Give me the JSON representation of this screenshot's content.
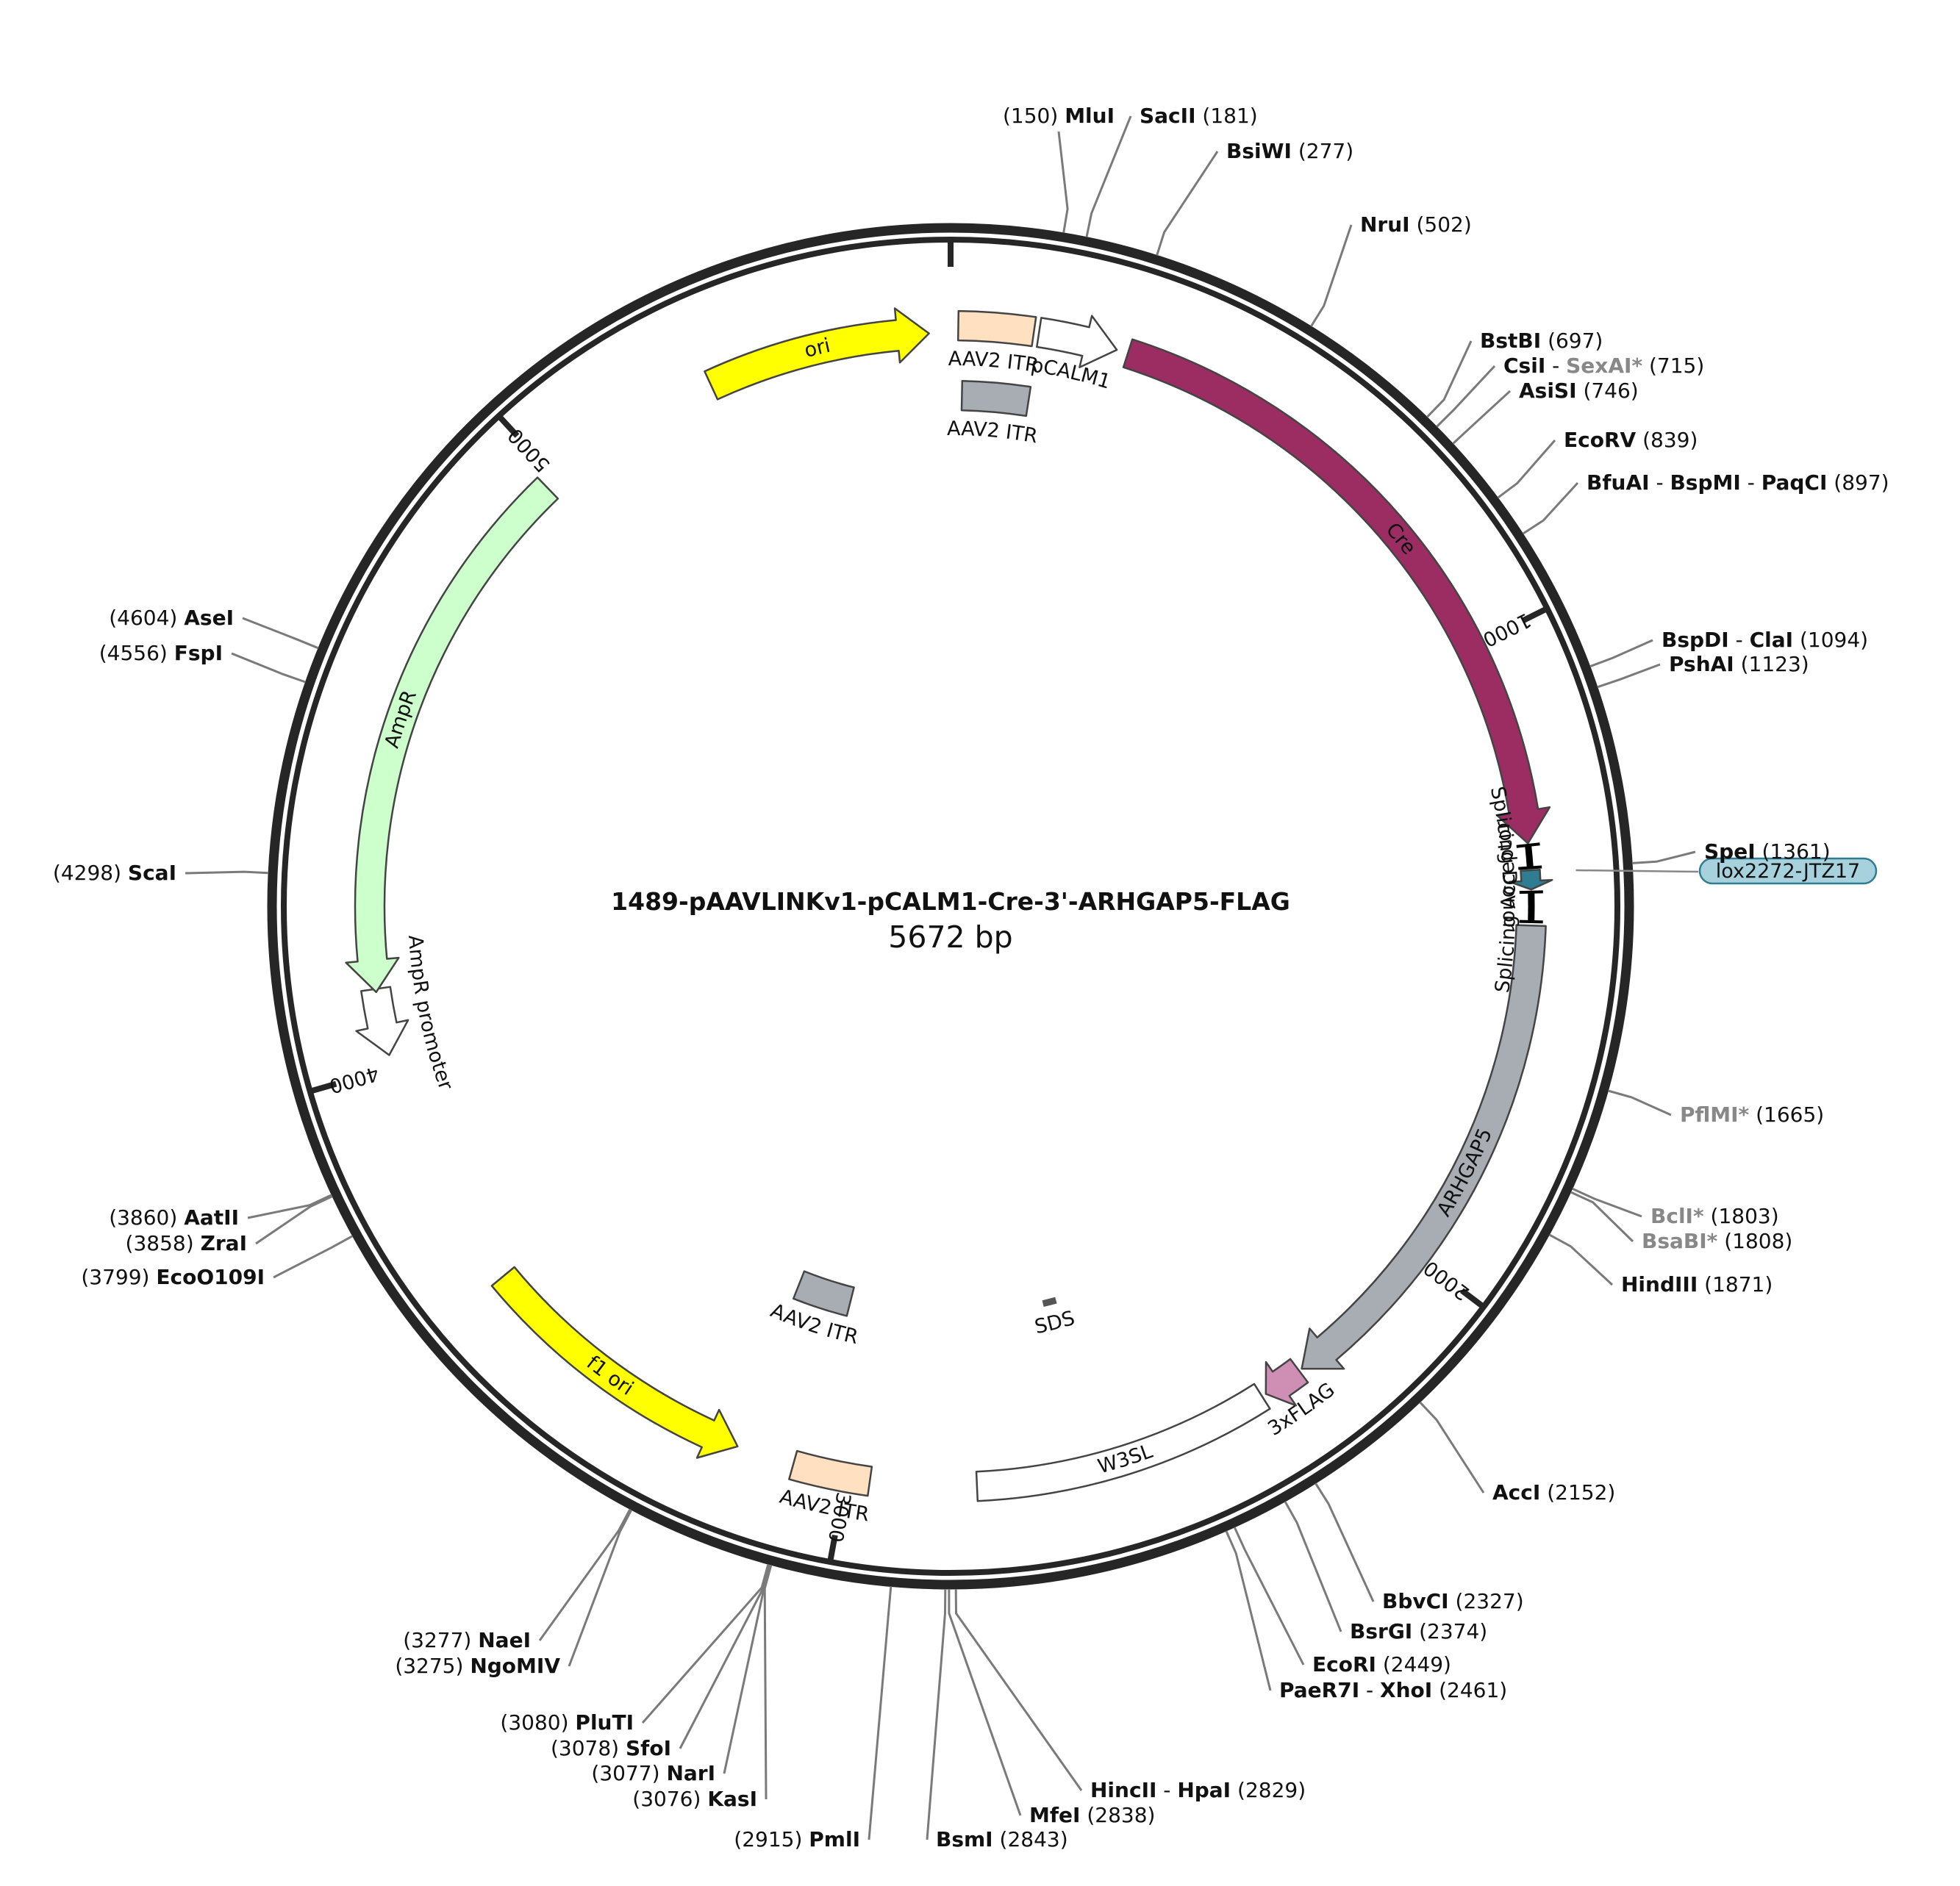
{
  "title": "1489-pAAVLINKv1-pCALM1-Cre-3'-ARHGAP5-FLAG",
  "size_label": "5672 bp",
  "total_bp": 5672,
  "ticks": [
    {
      "bp": 0,
      "label": ""
    },
    {
      "bp": 1000,
      "label": "1000"
    },
    {
      "bp": 2000,
      "label": "2000"
    },
    {
      "bp": 3000,
      "label": "3000"
    },
    {
      "bp": 4000,
      "label": "4000"
    },
    {
      "bp": 5000,
      "label": "5000"
    }
  ],
  "features": [
    {
      "name": "ori",
      "label": "ori",
      "color": "#ffff00"
    },
    {
      "name": "aav2-itr-1",
      "label": "AAV2 ITR",
      "color": "#ffe0c0"
    },
    {
      "name": "pcalm1",
      "label": "pCALM1",
      "color": "#ffffff"
    },
    {
      "name": "aav2-itr-2",
      "label": "AAV2 ITR",
      "color": "#a8adb4"
    },
    {
      "name": "cre",
      "label": "Cre",
      "color": "#9b2d62"
    },
    {
      "name": "splicing-donor",
      "label": "Splicing Donor",
      "color": "#000000"
    },
    {
      "name": "lox",
      "label": "lox2272-JTZ17",
      "color": "#2e7d92"
    },
    {
      "name": "splicing-acceptor",
      "label": "Splicing Acceptor",
      "color": "#000000"
    },
    {
      "name": "arhgap5",
      "label": "ARHGAP5",
      "color": "#a8adb4"
    },
    {
      "name": "flag",
      "label": "3xFLAG",
      "color": "#cf8fb4"
    },
    {
      "name": "w3sl",
      "label": "W3SL",
      "color": "#ffffff"
    },
    {
      "name": "sds",
      "label": "SDS",
      "color": "#555555"
    },
    {
      "name": "aav2-itr-3",
      "label": "AAV2 ITR",
      "color": "#a8adb4"
    },
    {
      "name": "aav2-itr-4",
      "label": "AAV2 ITR",
      "color": "#ffe0c0"
    },
    {
      "name": "f1-ori",
      "label": "f1 ori",
      "color": "#ffff00"
    },
    {
      "name": "ampr-promoter",
      "label": "AmpR promoter",
      "color": "#ffffff"
    },
    {
      "name": "ampr",
      "label": "AmpR",
      "color": "#ccffcc"
    }
  ],
  "sites": [
    {
      "pos": "(150)",
      "parts": [
        {
          "t": "MluI",
          "g": false
        }
      ]
    },
    {
      "pos": "(181)",
      "parts": [
        {
          "t": "SacII",
          "g": false
        }
      ]
    },
    {
      "pos": "(277)",
      "parts": [
        {
          "t": "BsiWI",
          "g": false
        }
      ]
    },
    {
      "pos": "(502)",
      "parts": [
        {
          "t": "NruI",
          "g": false
        }
      ]
    },
    {
      "pos": "(697)",
      "parts": [
        {
          "t": "BstBI",
          "g": false
        }
      ]
    },
    {
      "pos": "(715)",
      "parts": [
        {
          "t": "CsiI",
          "g": false
        },
        {
          "t": "SexAI*",
          "g": true
        }
      ]
    },
    {
      "pos": "(746)",
      "parts": [
        {
          "t": "AsiSI",
          "g": false
        }
      ]
    },
    {
      "pos": "(839)",
      "parts": [
        {
          "t": "EcoRV",
          "g": false
        }
      ]
    },
    {
      "pos": "(897)",
      "parts": [
        {
          "t": "BfuAI",
          "g": false
        },
        {
          "t": "BspMI",
          "g": false
        },
        {
          "t": "PaqCI",
          "g": false
        }
      ]
    },
    {
      "pos": "(1094)",
      "parts": [
        {
          "t": "BspDI",
          "g": false
        },
        {
          "t": "ClaI",
          "g": false
        }
      ]
    },
    {
      "pos": "(1123)",
      "parts": [
        {
          "t": "PshAI",
          "g": false
        }
      ]
    },
    {
      "pos": "(1361)",
      "parts": [
        {
          "t": "SpeI",
          "g": false
        }
      ]
    },
    {
      "pos": "(1665)",
      "parts": [
        {
          "t": "PflMI*",
          "g": true
        }
      ]
    },
    {
      "pos": "(1803)",
      "parts": [
        {
          "t": "BclI*",
          "g": true
        }
      ]
    },
    {
      "pos": "(1808)",
      "parts": [
        {
          "t": "BsaBI*",
          "g": true
        }
      ]
    },
    {
      "pos": "(1871)",
      "parts": [
        {
          "t": "HindIII",
          "g": false
        }
      ]
    },
    {
      "pos": "(2152)",
      "parts": [
        {
          "t": "AccI",
          "g": false
        }
      ]
    },
    {
      "pos": "(2327)",
      "parts": [
        {
          "t": "BbvCI",
          "g": false
        }
      ]
    },
    {
      "pos": "(2374)",
      "parts": [
        {
          "t": "BsrGI",
          "g": false
        }
      ]
    },
    {
      "pos": "(2449)",
      "parts": [
        {
          "t": "EcoRI",
          "g": false
        }
      ]
    },
    {
      "pos": "(2461)",
      "parts": [
        {
          "t": "PaeR7I",
          "g": false
        },
        {
          "t": "XhoI",
          "g": false
        }
      ]
    },
    {
      "pos": "(2829)",
      "parts": [
        {
          "t": "HincII",
          "g": false
        },
        {
          "t": "HpaI",
          "g": false
        }
      ]
    },
    {
      "pos": "(2838)",
      "parts": [
        {
          "t": "MfeI",
          "g": false
        }
      ]
    },
    {
      "pos": "(2843)",
      "parts": [
        {
          "t": "BsmI",
          "g": false
        }
      ]
    },
    {
      "pos": "(2915)",
      "parts": [
        {
          "t": "PmlI",
          "g": false
        }
      ]
    },
    {
      "pos": "(3076)",
      "parts": [
        {
          "t": "KasI",
          "g": false
        }
      ]
    },
    {
      "pos": "(3077)",
      "parts": [
        {
          "t": "NarI",
          "g": false
        }
      ]
    },
    {
      "pos": "(3078)",
      "parts": [
        {
          "t": "SfoI",
          "g": false
        }
      ]
    },
    {
      "pos": "(3080)",
      "parts": [
        {
          "t": "PluTI",
          "g": false
        }
      ]
    },
    {
      "pos": "(3275)",
      "parts": [
        {
          "t": "NgoMIV",
          "g": false
        }
      ]
    },
    {
      "pos": "(3277)",
      "parts": [
        {
          "t": "NaeI",
          "g": false
        }
      ]
    },
    {
      "pos": "(3799)",
      "parts": [
        {
          "t": "EcoO109I",
          "g": false
        }
      ]
    },
    {
      "pos": "(3858)",
      "parts": [
        {
          "t": "ZraI",
          "g": false
        }
      ]
    },
    {
      "pos": "(3860)",
      "parts": [
        {
          "t": "AatII",
          "g": false
        }
      ]
    },
    {
      "pos": "(4298)",
      "parts": [
        {
          "t": "ScaI",
          "g": false
        }
      ]
    },
    {
      "pos": "(4556)",
      "parts": [
        {
          "t": "FspI",
          "g": false
        }
      ]
    },
    {
      "pos": "(4604)",
      "parts": [
        {
          "t": "AseI",
          "g": false
        }
      ]
    }
  ]
}
